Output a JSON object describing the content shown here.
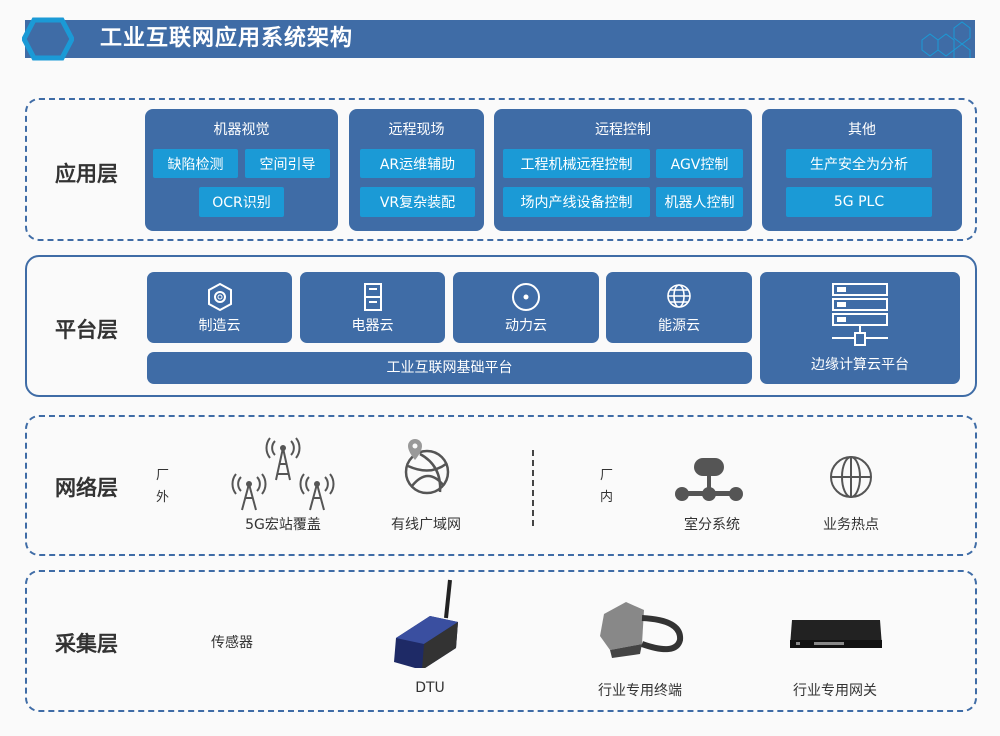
{
  "title": "工业互联网应用系统架构",
  "colors": {
    "dark_blue": "#3f6ca6",
    "light_blue": "#1b9ad6"
  },
  "application": {
    "label": "应用层",
    "groups": [
      {
        "title": "机器视觉",
        "items": [
          "缺陷检测",
          "空间引导",
          "OCR识别"
        ]
      },
      {
        "title": "远程现场",
        "items": [
          "AR运维辅助",
          "VR复杂装配"
        ]
      },
      {
        "title": "远程控制",
        "items": [
          "工程机械远程控制",
          "AGV控制",
          "场内产线设备控制",
          "机器人控制"
        ]
      },
      {
        "title": "其他",
        "items": [
          "生产安全为分析",
          "5G PLC"
        ]
      }
    ]
  },
  "platform": {
    "label": "平台层",
    "clouds": [
      "制造云",
      "电器云",
      "动力云",
      "能源云"
    ],
    "base": "工业互联网基础平台",
    "edge": "边缘计算云平台"
  },
  "network": {
    "label": "网络层",
    "outside": "厂外",
    "inside": "厂内",
    "items": [
      "5G宏站覆盖",
      "有线广域网",
      "室分系统",
      "业务热点"
    ]
  },
  "collection": {
    "label": "采集层",
    "sensor": "传感器",
    "items": [
      "DTU",
      "行业专用终端",
      "行业专用网关"
    ]
  }
}
